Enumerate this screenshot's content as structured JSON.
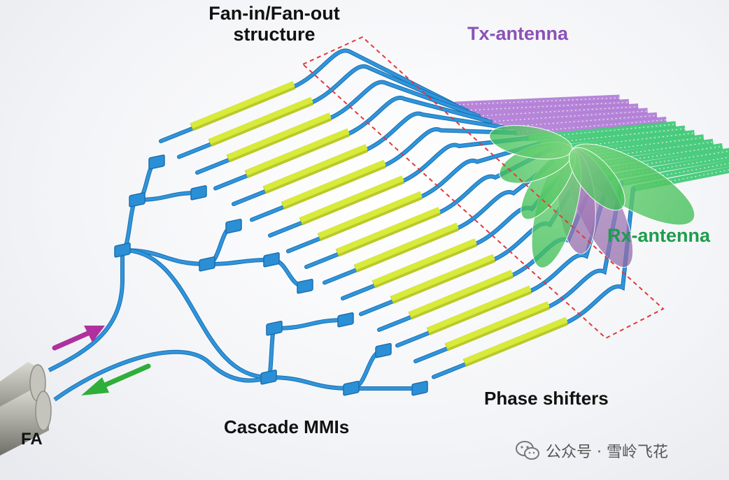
{
  "labels": {
    "fan": "Fan-in/Fan-out\nstructure",
    "tx": "Tx-antenna",
    "rx": "Rx-antenna",
    "phase_shifters": "Phase shifters",
    "cascade_mmis": "Cascade MMIs",
    "fa": "FA"
  },
  "watermark": {
    "text": "公众号 · 雪岭飞花"
  },
  "colors": {
    "waveguide": "#2f95dc",
    "waveguide_edge": "#1b6fb0",
    "mmi": "#2b8fd6",
    "phase_shifter": "#d8ea3a",
    "tx": "#b07ad6",
    "rx": "#3bc873",
    "tx_label": "#8a52b8",
    "rx_label": "#1d9d4c",
    "dashed_box": "#e03a3a",
    "arrow_in": "#b0309f",
    "arrow_out": "#2fae3a",
    "fiber": "#9c9c93"
  },
  "waveguide_count": 16,
  "icons": [
    "fiber-array-icon",
    "input-arrow-icon",
    "output-arrow-icon",
    "radiation-lobe-icon",
    "wechat-icon"
  ]
}
